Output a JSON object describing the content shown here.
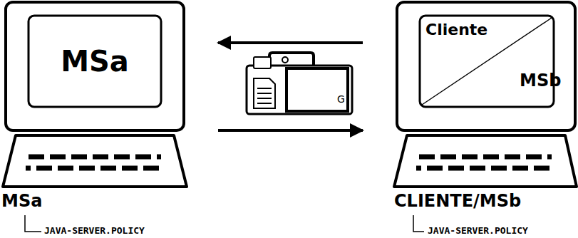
{
  "diagram": {
    "nodes": [
      {
        "text": [
          "MSa",
          "MSa"
        ]
      },
      {
        "text": [
          "Cliente",
          "MSb",
          "CLIENTE/MSb"
        ]
      }
    ],
    "edges": [
      {
        "from": 1,
        "to": 0,
        "arrow": "to"
      },
      {
        "from": 0,
        "to": 1,
        "arrow": "to"
      }
    ],
    "labels": [
      "JAVA-SERVER.POLICY",
      "JAVA-SERVER.POLICY",
      "G"
    ]
  }
}
